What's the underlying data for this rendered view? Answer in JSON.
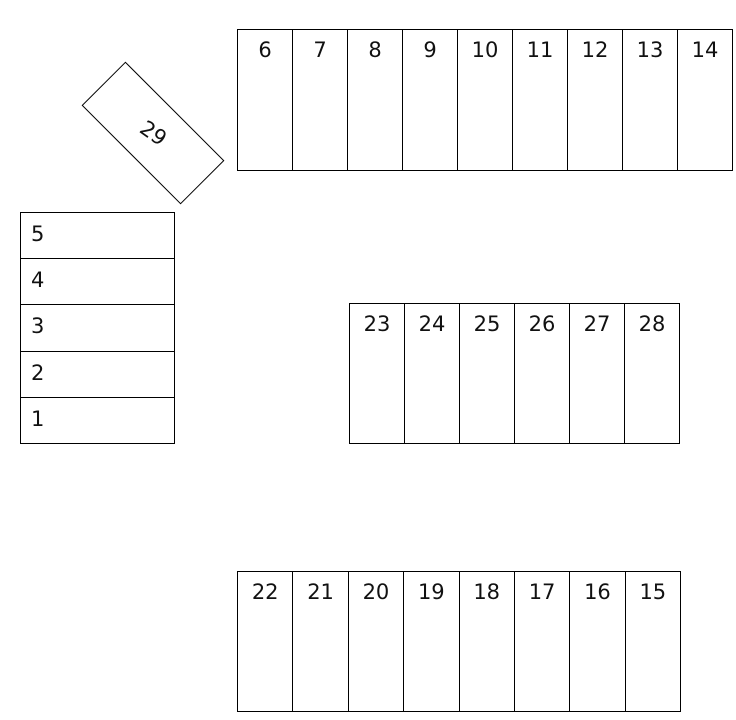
{
  "top_row": [
    "6",
    "7",
    "8",
    "9",
    "10",
    "11",
    "12",
    "13",
    "14"
  ],
  "left_column": [
    "5",
    "4",
    "3",
    "2",
    "1"
  ],
  "middle_row": [
    "23",
    "24",
    "25",
    "26",
    "27",
    "28"
  ],
  "bottom_row": [
    "22",
    "21",
    "20",
    "19",
    "18",
    "17",
    "16",
    "15"
  ],
  "angled_slot": "29"
}
